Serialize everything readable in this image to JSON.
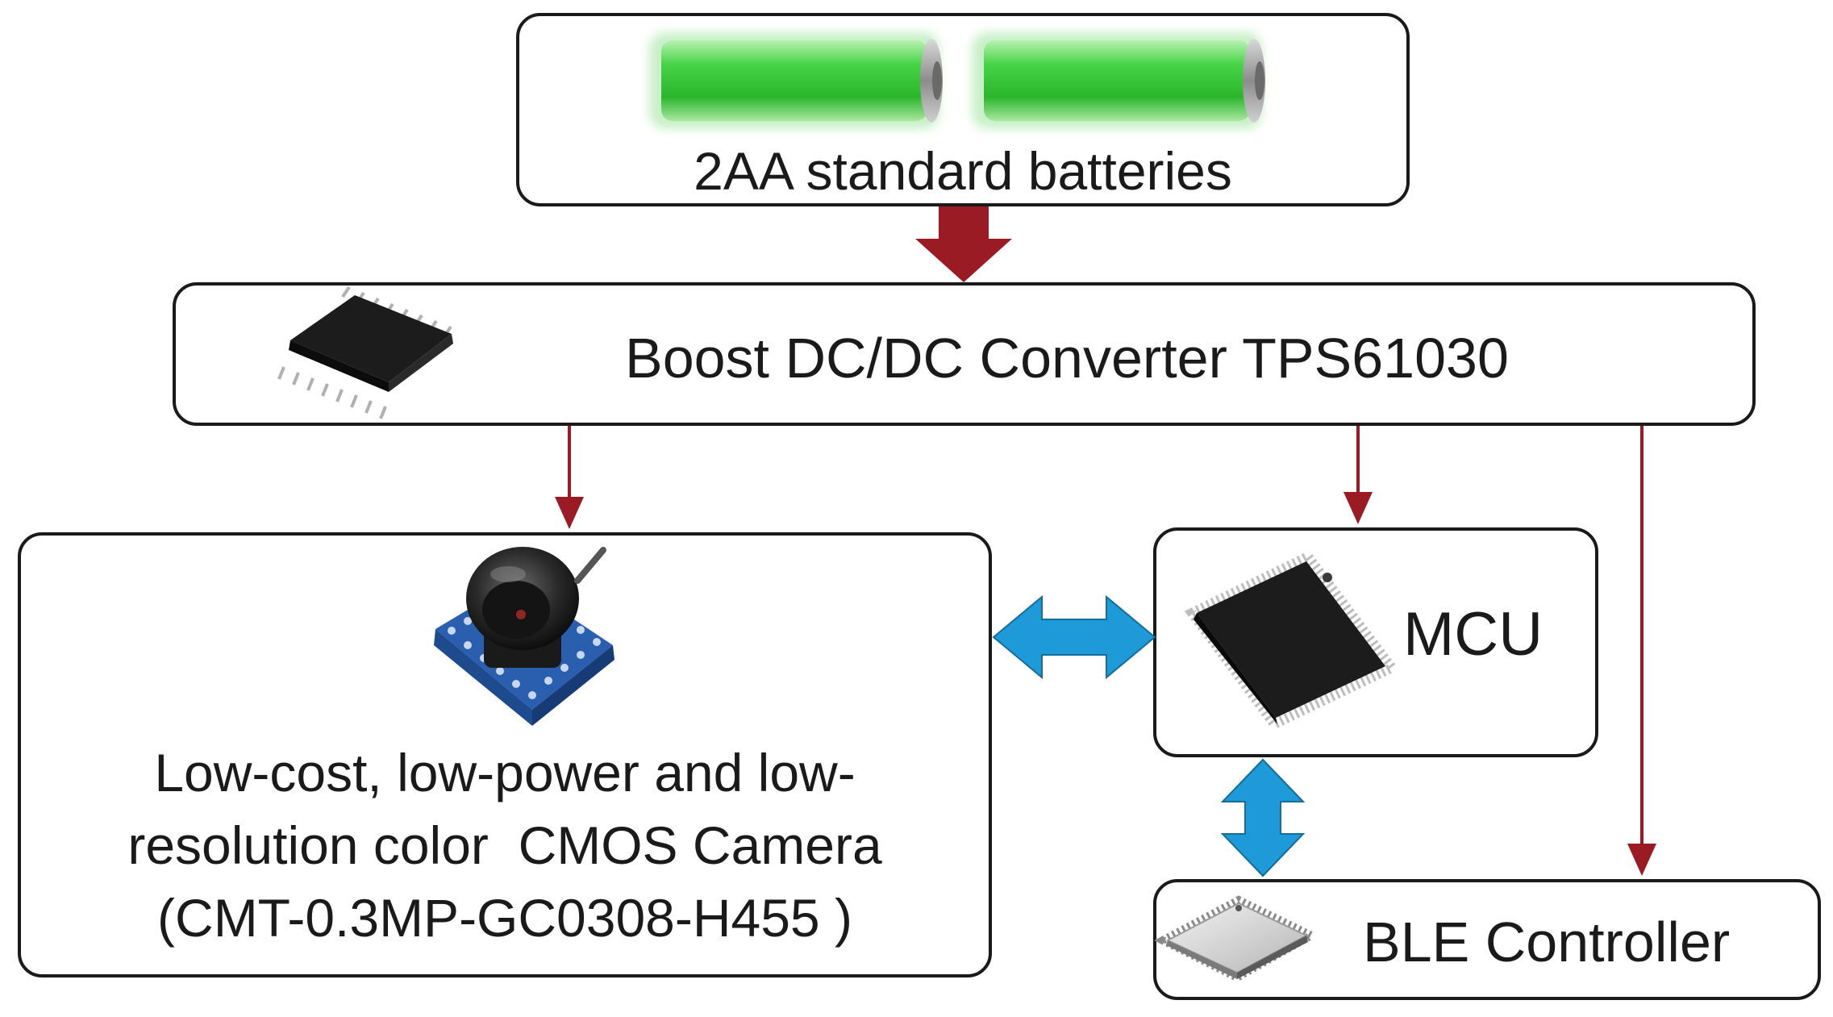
{
  "blocks": {
    "batteries": {
      "label": "2AA standard batteries",
      "icon": "battery-icon"
    },
    "boost": {
      "label": "Boost DC/DC Converter TPS61030",
      "icon": "ic-chip-icon"
    },
    "camera": {
      "lines": [
        "Low-cost, low-power and low-",
        "resolution color  CMOS Camera",
        "(CMT-0.3MP-GC0308-H455 )"
      ],
      "icon": "camera-module-icon"
    },
    "mcu": {
      "label": "MCU",
      "icon": "mcu-chip-icon"
    },
    "ble": {
      "label": "BLE Controller",
      "icon": "ble-chip-icon"
    }
  },
  "colors": {
    "power_arrow": "#9b1b24",
    "data_arrow": "#1e9ad8",
    "battery_green": "#3ccb3c",
    "border": "#1a1a1a"
  }
}
